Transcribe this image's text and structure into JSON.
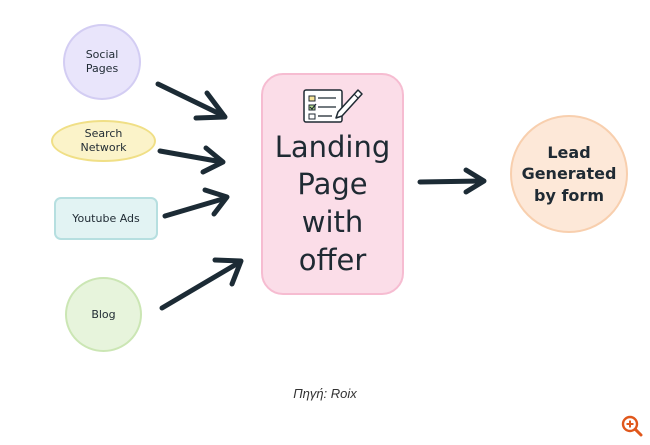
{
  "nodes": {
    "social": "Social\nPages",
    "search": "Search\nNetwork",
    "youtube": "Youtube Ads",
    "blog": "Blog",
    "landing": "Landing\nPage\nwith\noffer",
    "lead": "Lead\nGenerated\nby form"
  },
  "caption": "Πηγή: Roix",
  "colors": {
    "arrow": "#1c2b35",
    "accent": "#e0581c"
  },
  "icons": {
    "form": "form-checklist-icon",
    "zoom": "zoom-in-icon"
  }
}
